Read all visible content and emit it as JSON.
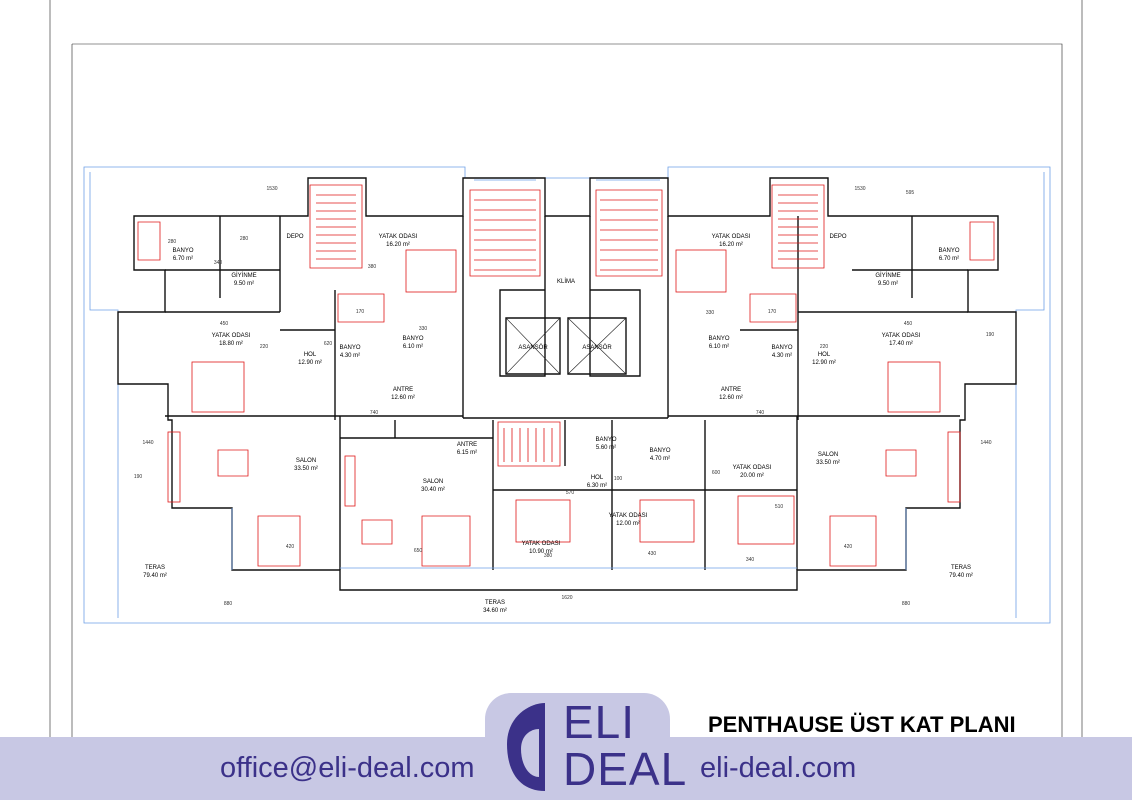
{
  "title": "PENTHAUSE ÜST KAT PLANI",
  "logo": {
    "line1": "ELI",
    "line2": "DEAL"
  },
  "footer": {
    "email": "office@eli-deal.com",
    "website": "eli-deal.com"
  },
  "rooms": {
    "banyo_l_name": "BANYO",
    "banyo_l_area": "6.70 m²",
    "giyinme_l_name": "GİYİNME",
    "giyinme_l_area": "9.50 m²",
    "depo_l": "DEPO",
    "yo_l1_name": "YATAK ODASI",
    "yo_l1_area": "16.20 m²",
    "yo_l2_name": "YATAK ODASI",
    "yo_l2_area": "18.80 m²",
    "hol_l_name": "HOL",
    "hol_l_area": "12.90 m²",
    "banyo_l2_name": "BANYO",
    "banyo_l2_area": "4.30 m²",
    "banyo_l3_name": "BANYO",
    "banyo_l3_area": "6.10 m²",
    "antre_l_name": "ANTRE",
    "antre_l_area": "12.60 m²",
    "salon_l_name": "SALON",
    "salon_l_area": "33.50 m²",
    "teras_l_name": "TERAS",
    "teras_l_area": "79.40 m²",
    "klima": "KLİMA",
    "asansor1": "ASANSÖR",
    "asansor2": "ASANSÖR",
    "antre_c_name": "ANTRE",
    "antre_c_area": "6.15 m²",
    "salon_c_name": "SALON",
    "salon_c_area": "30.40 m²",
    "banyo_c1_name": "BANYO",
    "banyo_c1_area": "5.60 m²",
    "banyo_c2_name": "BANYO",
    "banyo_c2_area": "4.70 m²",
    "hol_c_name": "HOL",
    "hol_c_area": "6.30 m²",
    "yo_c1_name": "YATAK ODASI",
    "yo_c1_area": "10.90 m²",
    "yo_c2_name": "YATAK ODASI",
    "yo_c2_area": "12.00 m²",
    "yo_c3_name": "YATAK ODASI",
    "yo_c3_area": "20.00 m²",
    "teras_c_name": "TERAS",
    "teras_c_area": "34.60 m²",
    "yo_r1_name": "YATAK ODASI",
    "yo_r1_area": "16.20 m²",
    "depo_r": "DEPO",
    "giyinme_r_name": "GİYİNME",
    "giyinme_r_area": "9.50 m²",
    "banyo_r_name": "BANYO",
    "banyo_r_area": "6.70 m²",
    "yo_r2_name": "YATAK ODASI",
    "yo_r2_area": "17.40 m²",
    "banyo_r3_name": "BANYO",
    "banyo_r3_area": "6.10 m²",
    "banyo_r2_name": "BANYO",
    "banyo_r2_area": "4.30 m²",
    "hol_r_name": "HOL",
    "hol_r_area": "12.90 m²",
    "antre_r_name": "ANTRE",
    "antre_r_area": "12.60 m²",
    "salon_r_name": "SALON",
    "salon_r_area": "33.50 m²",
    "teras_r_name": "TERAS",
    "teras_r_area": "79.40 m²"
  },
  "dims": {
    "d1530a": "1530",
    "d1530b": "1530",
    "d595": "595",
    "d280a": "280",
    "d280b": "280",
    "d340": "340",
    "d450a": "450",
    "d450b": "450",
    "d620": "620",
    "d330a": "330",
    "d330b": "330",
    "d170a": "170",
    "d170b": "170",
    "d380": "380",
    "d740a": "740",
    "d740b": "740",
    "d1440a": "1440",
    "d1440b": "1440",
    "d190a": "190",
    "d190b": "190",
    "d570": "570",
    "d600": "600",
    "d420a": "420",
    "d420b": "420",
    "d650": "650",
    "d380b": "380",
    "d430": "430",
    "d340b": "340",
    "d880a": "880",
    "d880b": "880",
    "d1620": "1620",
    "d100": "100",
    "d220a": "220",
    "d220b": "220",
    "d510": "510"
  }
}
